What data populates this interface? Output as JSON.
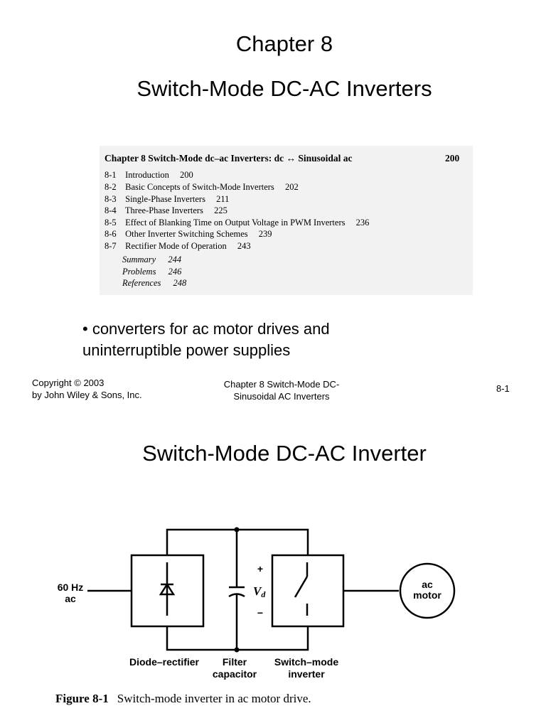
{
  "slide1": {
    "chapter": "Chapter 8",
    "title": "Switch-Mode DC-AC Inverters",
    "toc": {
      "heading": "Chapter 8   Switch-Mode dc–ac Inverters: dc ↔ Sinusoidal ac",
      "heading_page": "200",
      "entries": [
        {
          "num": "8-1",
          "title": "Introduction",
          "page": "200"
        },
        {
          "num": "8-2",
          "title": "Basic Concepts of Switch-Mode Inverters",
          "page": "202"
        },
        {
          "num": "8-3",
          "title": "Single-Phase Inverters",
          "page": "211"
        },
        {
          "num": "8-4",
          "title": "Three-Phase Inverters",
          "page": "225"
        },
        {
          "num": "8-5",
          "title": "Effect of Blanking Time on Output Voltage in PWM Inverters",
          "page": "236"
        },
        {
          "num": "8-6",
          "title": "Other Inverter Switching Schemes",
          "page": "239"
        },
        {
          "num": "8-7",
          "title": "Rectifier Mode of Operation",
          "page": "243"
        }
      ],
      "extras": [
        {
          "title": "Summary",
          "page": "244"
        },
        {
          "title": "Problems",
          "page": "246"
        },
        {
          "title": "References",
          "page": "248"
        }
      ]
    },
    "bullet": {
      "marker": "•",
      "line1": " converters for ac motor drives and",
      "line2": "uninterruptible power supplies"
    },
    "footer": {
      "copyright_line1": "Copyright © 2003",
      "copyright_line2": "by John Wiley & Sons, Inc.",
      "center_line1": "Chapter 8 Switch-Mode DC-",
      "center_line2": "Sinusoidal AC Inverters",
      "page": "8-1"
    }
  },
  "slide2": {
    "title": "Switch-Mode DC-AC Inverter",
    "diagram": {
      "input_label_line1": "60 Hz",
      "input_label_line2": "ac",
      "plus": "+",
      "minus": "−",
      "vd_main": "V",
      "vd_sub": "d",
      "motor_line1": "ac",
      "motor_line2": "motor",
      "rectifier_label": "Diode–rectifier",
      "filter_line1": "Filter",
      "filter_line2": "capacitor",
      "inverter_line1": "Switch–mode",
      "inverter_line2": "inverter"
    },
    "caption": {
      "label": "Figure 8-1",
      "text": "Switch-mode inverter in ac motor drive."
    }
  }
}
